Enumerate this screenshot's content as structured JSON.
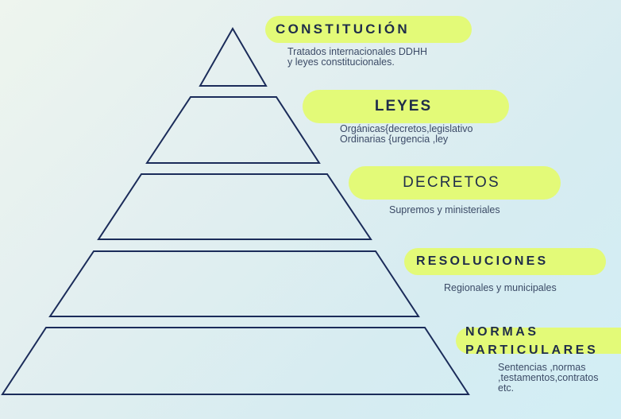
{
  "levels": [
    {
      "title_lines": [
        "CONSTITUCIÓN"
      ],
      "description_lines": [
        "Tratados internacionales DDHH",
        "y leyes constitucionales."
      ]
    },
    {
      "title_lines": [
        "LEYES"
      ],
      "description_lines": [
        "Orgánicas{decretos,legislativo",
        "Ordinarias {urgencia ,ley"
      ]
    },
    {
      "title_lines": [
        "DECRETOS"
      ],
      "description_lines": [
        "Supremos y ministeriales"
      ]
    },
    {
      "title_lines": [
        "RESOLUCIONES"
      ],
      "description_lines": [
        "Regionales y municipales"
      ]
    },
    {
      "title_lines": [
        "NORMAS",
        "PARTICULARES"
      ],
      "description_lines": [
        "Sentencias ,normas",
        ",testamentos,contratos",
        "etc."
      ]
    }
  ],
  "colors": {
    "outline": "#1b2c5a",
    "pill": "#e3fa78",
    "title_text": "#1f2d4a",
    "description_text": "#3b4a66"
  }
}
